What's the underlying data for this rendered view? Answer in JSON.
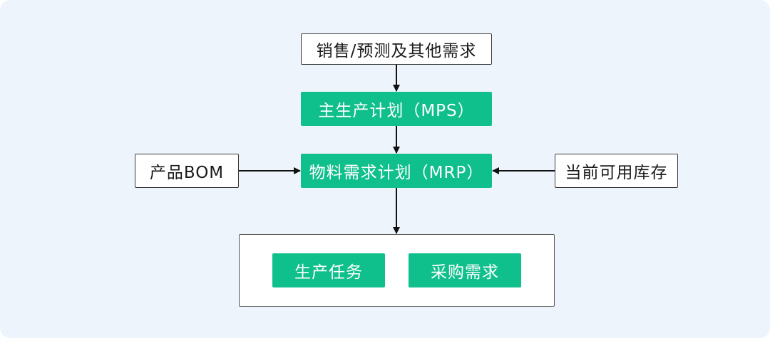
{
  "nodes": {
    "sales_demand": "销售/预测及其他需求",
    "mps": "主生产计划（MPS）",
    "mrp": "物料需求计划（MRP）",
    "bom": "产品BOM",
    "inventory": "当前可用库存",
    "production_task": "生产任务",
    "purchase_demand": "采购需求"
  },
  "colors": {
    "background": "#eef4fb",
    "accent_green": "#0fbf8c",
    "line": "#111111"
  }
}
